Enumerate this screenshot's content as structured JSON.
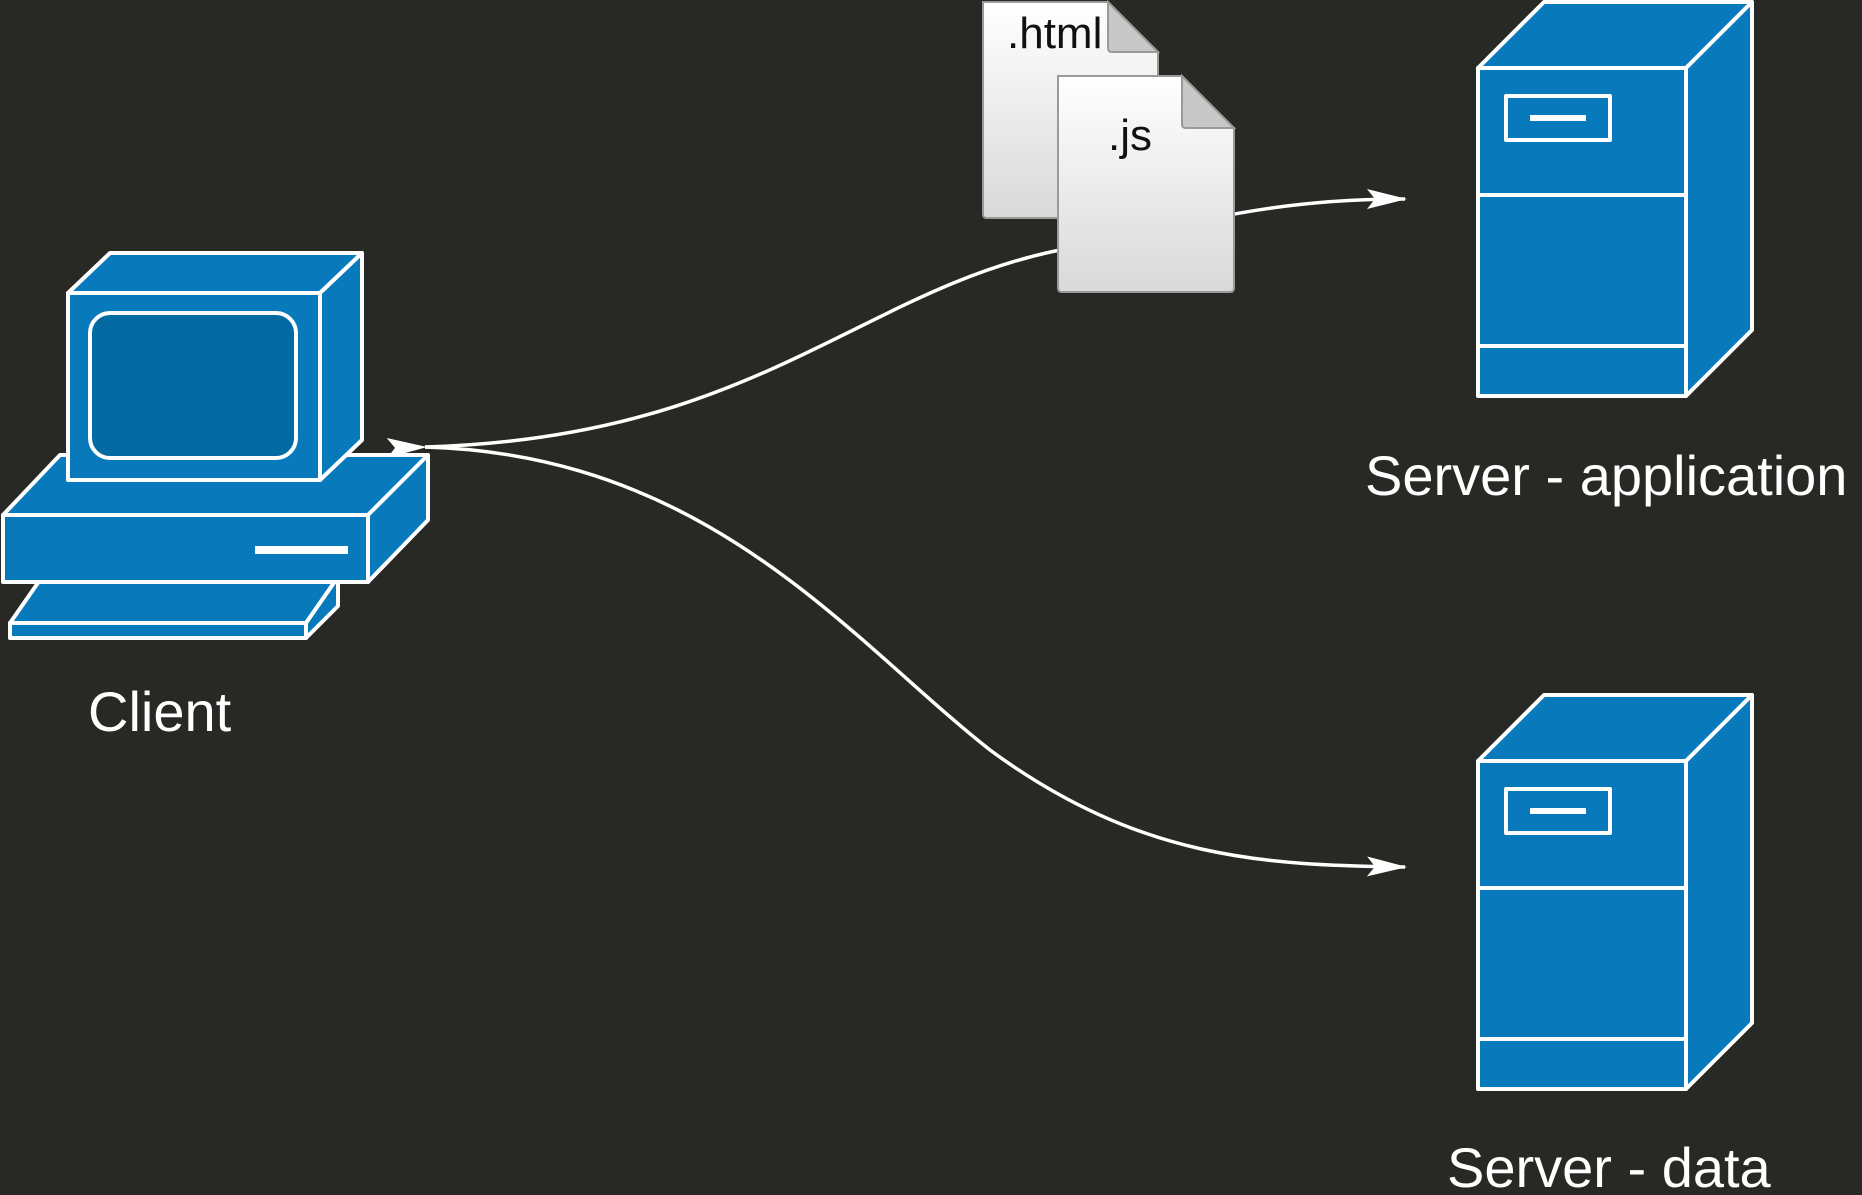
{
  "labels": {
    "client": "Client",
    "server_application": "Server - application",
    "server_data": "Server - data"
  },
  "documents": {
    "html": ".html",
    "js": ".js"
  },
  "colors": {
    "background": "#282824",
    "node_fill": "#0879ba",
    "monitor_fill": "#036ba2",
    "line": "#ffffff"
  },
  "icons": {
    "client": "desktop-computer-icon",
    "server": "server-tower-icon",
    "document": "document-icon"
  }
}
